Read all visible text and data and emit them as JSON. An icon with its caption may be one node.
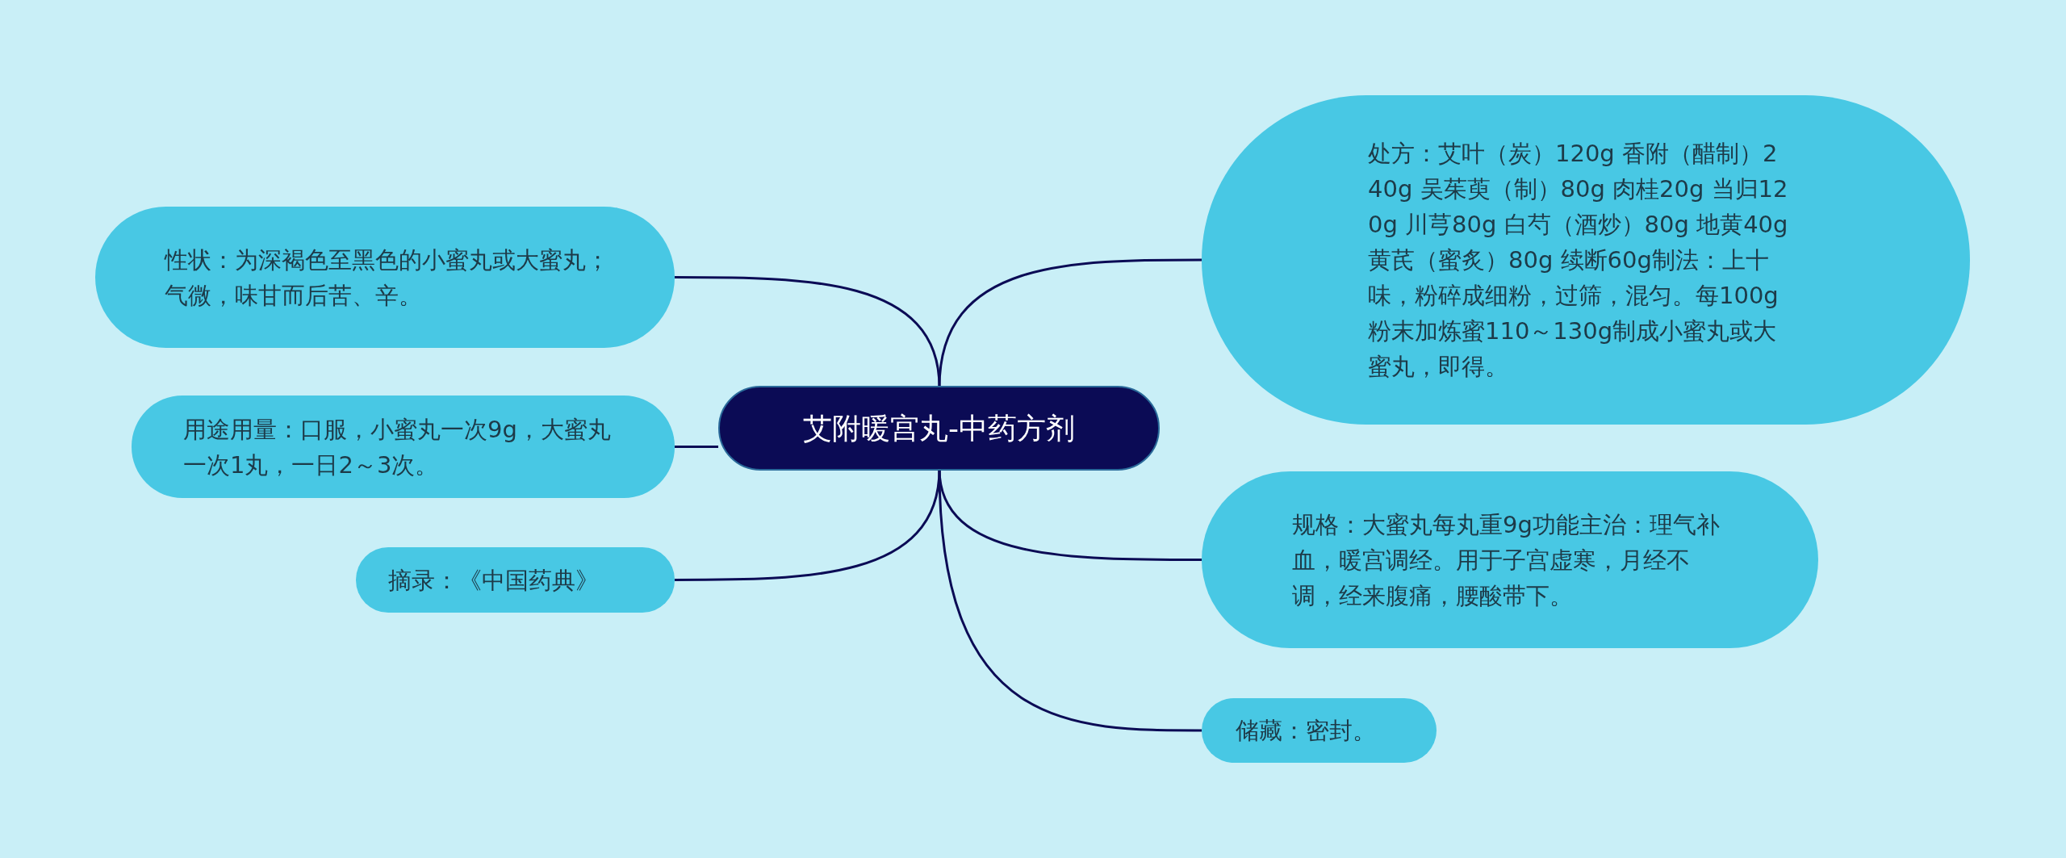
{
  "diagram": {
    "nodes": [
      {
        "text": [
          "艾附暖宫丸-中药方剂"
        ]
      },
      {
        "text": [
          "性状：为深褐色至黑色的小蜜丸或大蜜丸；气微，味甘而后苦、辛。"
        ]
      },
      {
        "text": [
          "用途用量：口服，小蜜丸一次9g，大蜜丸一次1丸，一日2～3次。"
        ]
      },
      {
        "text": [
          "摘录：《中国药典》"
        ]
      },
      {
        "text": [
          "处方：艾叶（炭）120g 香附（醋制）240g 吴茱萸（制）80g 肉桂20g 当归120g 川芎80g 白芍（酒炒）80g 地黄40g 黄芪（蜜炙）80g 续断60g制法：上十味，粉碎成细粉，过筛，混匀。每100g粉末加炼蜜110～130g制成小蜜丸或大蜜丸，即得。"
        ]
      },
      {
        "text": [
          "规格：大蜜丸每丸重9g功能主治：理气补血，暖宫调经。用于子宫虚寒，月经不调，经来腹痛，腰酸带下。"
        ]
      },
      {
        "text": [
          "储藏：密封。"
        ]
      }
    ],
    "edges": [
      {
        "from": 0,
        "to": 1,
        "arrow": "none"
      },
      {
        "from": 0,
        "to": 2,
        "arrow": "none"
      },
      {
        "from": 0,
        "to": 3,
        "arrow": "none"
      },
      {
        "from": 0,
        "to": 4,
        "arrow": "none"
      },
      {
        "from": 0,
        "to": 5,
        "arrow": "none"
      },
      {
        "from": 0,
        "to": 6,
        "arrow": "none"
      }
    ]
  }
}
